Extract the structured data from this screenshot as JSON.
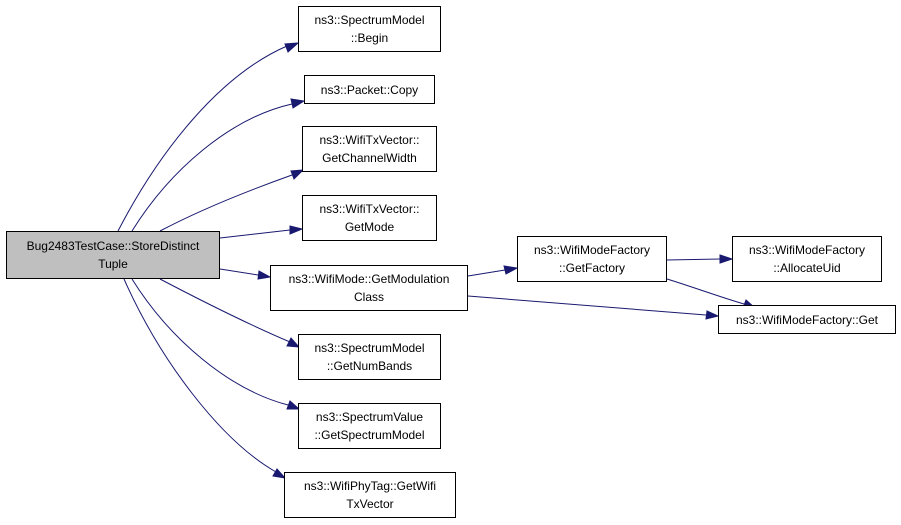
{
  "graph": {
    "edge_color": "#191970",
    "root_fill": "#bfbfbf",
    "nodes": {
      "root": [
        "Bug2483TestCase::StoreDistinct",
        "Tuple"
      ],
      "sm_begin": [
        "ns3::SpectrumModel",
        "::Begin"
      ],
      "pkt_copy": [
        "ns3::Packet::Copy"
      ],
      "txv_chw": [
        "ns3::WifiTxVector::",
        "GetChannelWidth"
      ],
      "txv_mode": [
        "ns3::WifiTxVector::",
        "GetMode"
      ],
      "wm_modclass": [
        "ns3::WifiMode::GetModulation",
        "Class"
      ],
      "sm_numbands": [
        "ns3::SpectrumModel",
        "::GetNumBands"
      ],
      "sv_model": [
        "ns3::SpectrumValue",
        "::GetSpectrumModel"
      ],
      "tag_txv": [
        "ns3::WifiPhyTag::GetWifi",
        "TxVector"
      ],
      "wmf_getfactory": [
        "ns3::WifiModeFactory",
        "::GetFactory"
      ],
      "wmf_alloc": [
        "ns3::WifiModeFactory",
        "::AllocateUid"
      ],
      "wmf_get": [
        "ns3::WifiModeFactory::Get"
      ]
    }
  }
}
